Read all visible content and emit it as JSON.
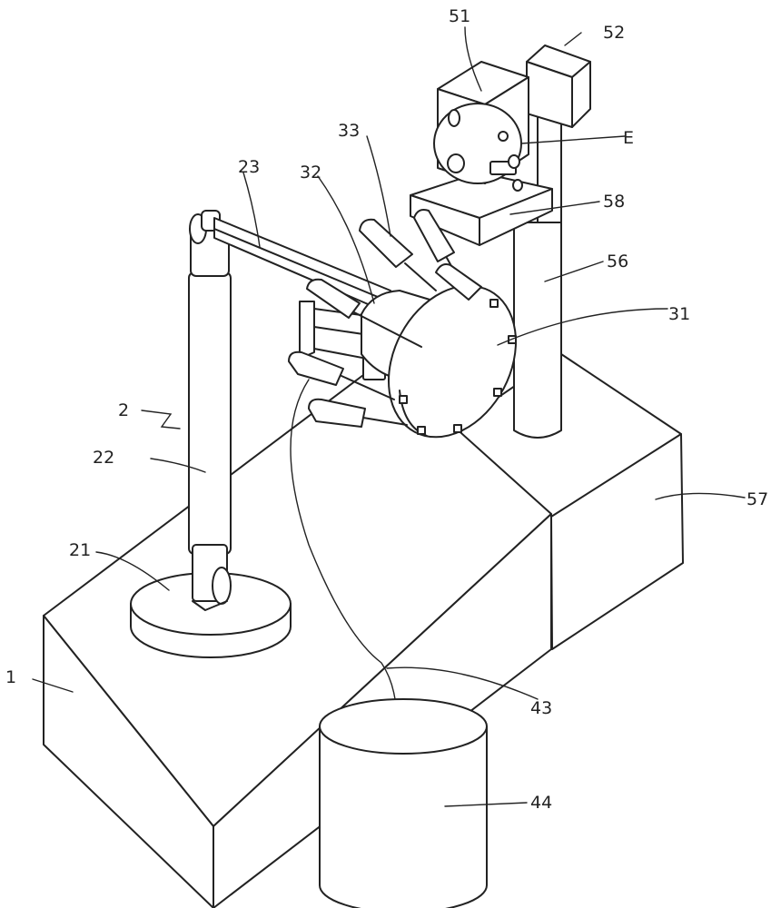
{
  "labels": {
    "l1": "1",
    "l2": "2",
    "l21": "21",
    "l22": "22",
    "l23": "23",
    "l31": "31",
    "l32": "32",
    "l33": "33",
    "l43": "43",
    "l44": "44",
    "l51": "51",
    "l52": "52",
    "l56": "56",
    "l57": "57",
    "l58": "58",
    "lE": "E"
  }
}
